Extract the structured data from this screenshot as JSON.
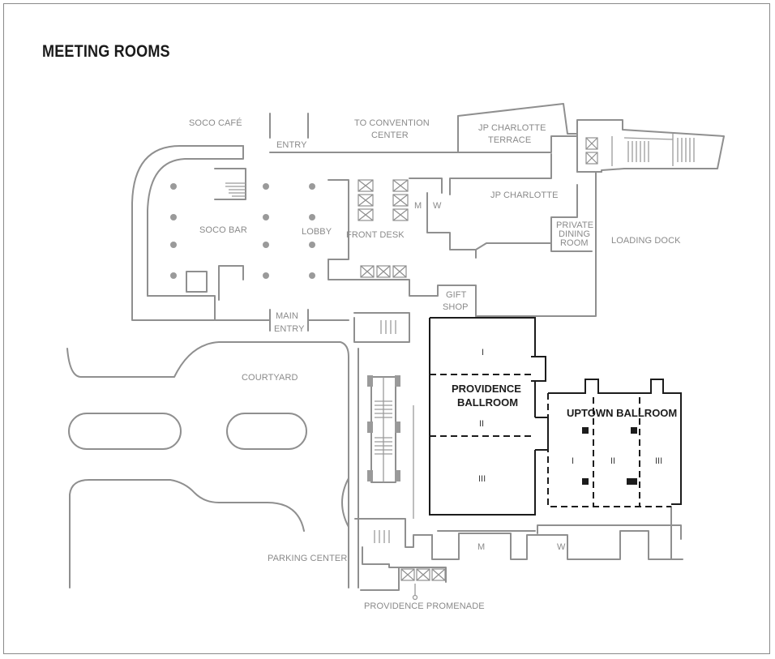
{
  "title": "MEETING ROOMS",
  "labels": {
    "soco_cafe": "SOCO CAFÉ",
    "entry": "ENTRY",
    "to_convention_1": "TO CONVENTION",
    "to_convention_2": "CENTER",
    "jp_terrace_1": "JP CHARLOTTE",
    "jp_terrace_2": "TERRACE",
    "jp_charlotte": "JP CHARLOTTE",
    "soco_bar": "SOCO BAR",
    "lobby": "LOBBY",
    "front_desk": "FRONT DESK",
    "m_top": "M",
    "w_top": "W",
    "private_1": "PRIVATE",
    "private_2": "DINING",
    "private_3": "ROOM",
    "loading_dock": "LOADING DOCK",
    "gift_1": "GIFT",
    "gift_2": "SHOP",
    "main_entry_1": "MAIN",
    "main_entry_2": "ENTRY",
    "courtyard": "COURTYARD",
    "parking_center": "PARKING CENTER",
    "providence_promenade": "PROVIDENCE PROMENADE",
    "m_bottom": "M",
    "w_bottom": "W"
  },
  "rooms": {
    "providence_1": "PROVIDENCE",
    "providence_2": "BALLROOM",
    "providence_sections": [
      "I",
      "II",
      "III"
    ],
    "uptown": "UPTOWN BALLROOM",
    "uptown_sections": [
      "I",
      "II",
      "III"
    ]
  }
}
